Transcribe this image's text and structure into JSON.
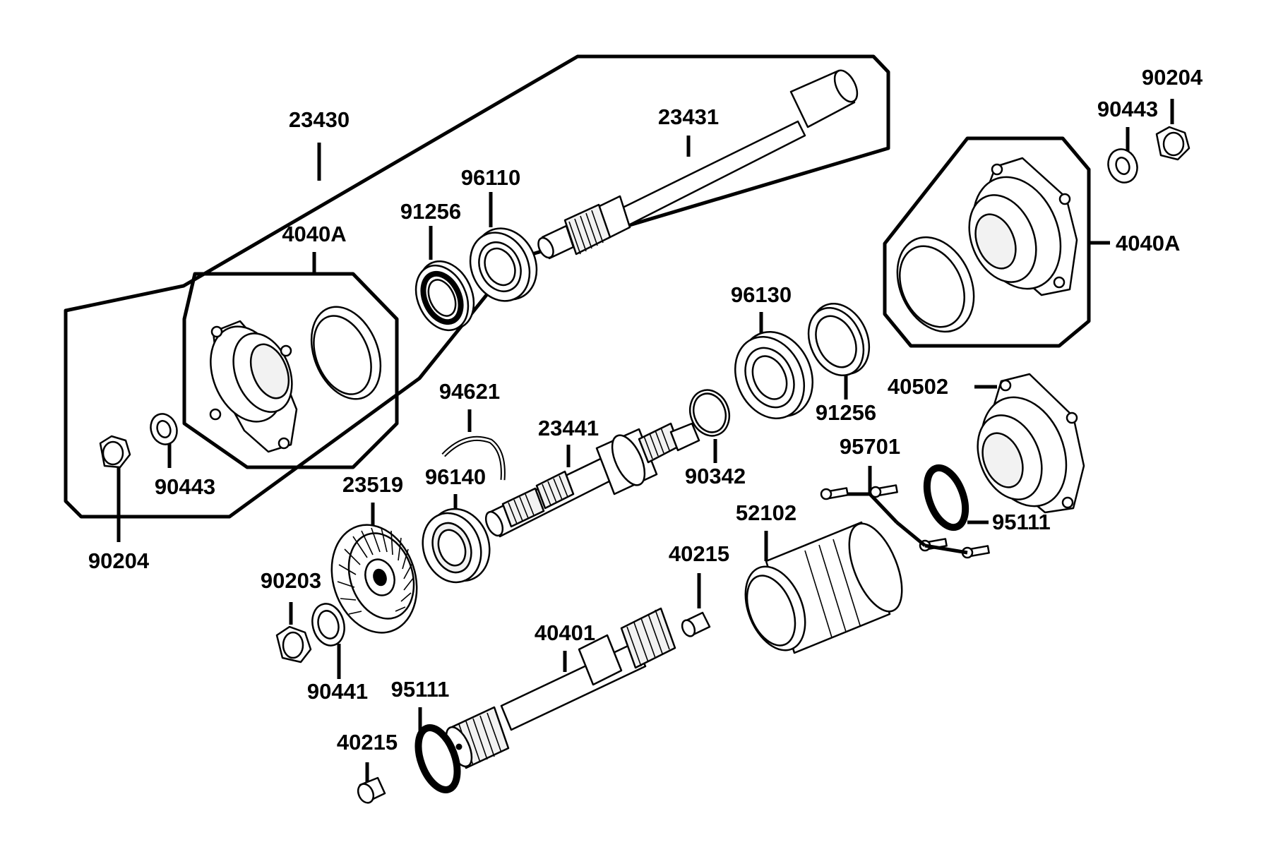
{
  "diagram": {
    "labels": {
      "l_23430": "23430",
      "l_23431": "23431",
      "l_96110": "96110",
      "l_91256_top": "91256",
      "l_4040a_left": "4040A",
      "l_90443_left": "90443",
      "l_90204_left": "90204",
      "l_90204_right": "90204",
      "l_90443_right": "90443",
      "l_4040a_right": "4040A",
      "l_96130": "96130",
      "l_91256_mid": "91256",
      "l_40502": "40502",
      "l_94621": "94621",
      "l_23441": "23441",
      "l_90342": "90342",
      "l_95701": "95701",
      "l_96140": "96140",
      "l_23519": "23519",
      "l_52102": "52102",
      "l_95111_right": "95111",
      "l_40215_mid": "40215",
      "l_90203": "90203",
      "l_40401": "40401",
      "l_90441": "90441",
      "l_95111_bottom": "95111",
      "l_40215_bottom": "40215"
    }
  }
}
